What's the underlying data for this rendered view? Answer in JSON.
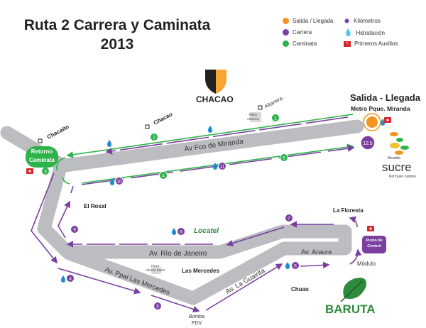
{
  "title": {
    "line1": "Ruta 2 Carrera y Caminata",
    "line2": "2013"
  },
  "legend": [
    {
      "label": "Salida / Llegada",
      "color": "#f7931e",
      "icon": "orange-dot-icon"
    },
    {
      "label": "Carrera",
      "color": "#7b3fa0",
      "icon": "purple-dot-icon"
    },
    {
      "label": "Caminata",
      "color": "#2db34a",
      "icon": "green-dot-icon"
    },
    {
      "label": "Kilómetros",
      "color": "#7b3fa0",
      "icon": "km-marker-icon"
    },
    {
      "label": "Hidratación",
      "color": "#1b8fd1",
      "icon": "water-drop-icon"
    },
    {
      "label": "Primeros Auxilios",
      "color": "#d7262b",
      "icon": "first-aid-icon"
    }
  ],
  "colors": {
    "road": "#bcbdc0",
    "carrera": "#7b3fa0",
    "caminata": "#2db34a",
    "salida": "#f7931e",
    "water": "#1b8fd1",
    "aid": "#d7262b"
  },
  "logos": {
    "chacao": "CHACAO",
    "sucre_small": "Alcaldía",
    "sucre": "sucre",
    "sucre_tag": "Por buen camino",
    "baruta": "BARUTA",
    "locatel": "Locatel"
  },
  "start": {
    "title": "Salida - Llegada",
    "subtitle": "Metro Pque. Miranda",
    "km_total": "12.5"
  },
  "retorno": {
    "line1": "Retorno",
    "line2": "Caminata"
  },
  "punto_control": {
    "line1": "Punto de",
    "line2": "Control"
  },
  "streets": {
    "miranda": "Av Fco de Miranda",
    "rio": "Av. Río de Janeiro",
    "araure": "Av. Araure",
    "mercedes": "Av. Ppal Las Mercedes",
    "guairita": "Av. La Guairita"
  },
  "places": {
    "chacaito": "Chacaíto",
    "chacao": "Chacao",
    "altamira": "Altamira",
    "plaza_altamira_1": "Plaza",
    "plaza_altamira_2": "Altamira",
    "el_rosal": "El Rosal",
    "la_floresta": "La Floresta",
    "las_mercedes": "Las Mercedes",
    "plaza_sadel_1": "Plaza",
    "plaza_sadel_2": "Alfredo Sadel",
    "chuao": "Chuao",
    "modulo": "Módulo",
    "bomba_1": "Bomba",
    "bomba_2": "PDV"
  },
  "km_green": [
    "1",
    "2",
    "3",
    "4",
    "5"
  ],
  "km_purple": [
    "10",
    "11",
    "9",
    "8",
    "7",
    "6",
    "5",
    "4"
  ]
}
